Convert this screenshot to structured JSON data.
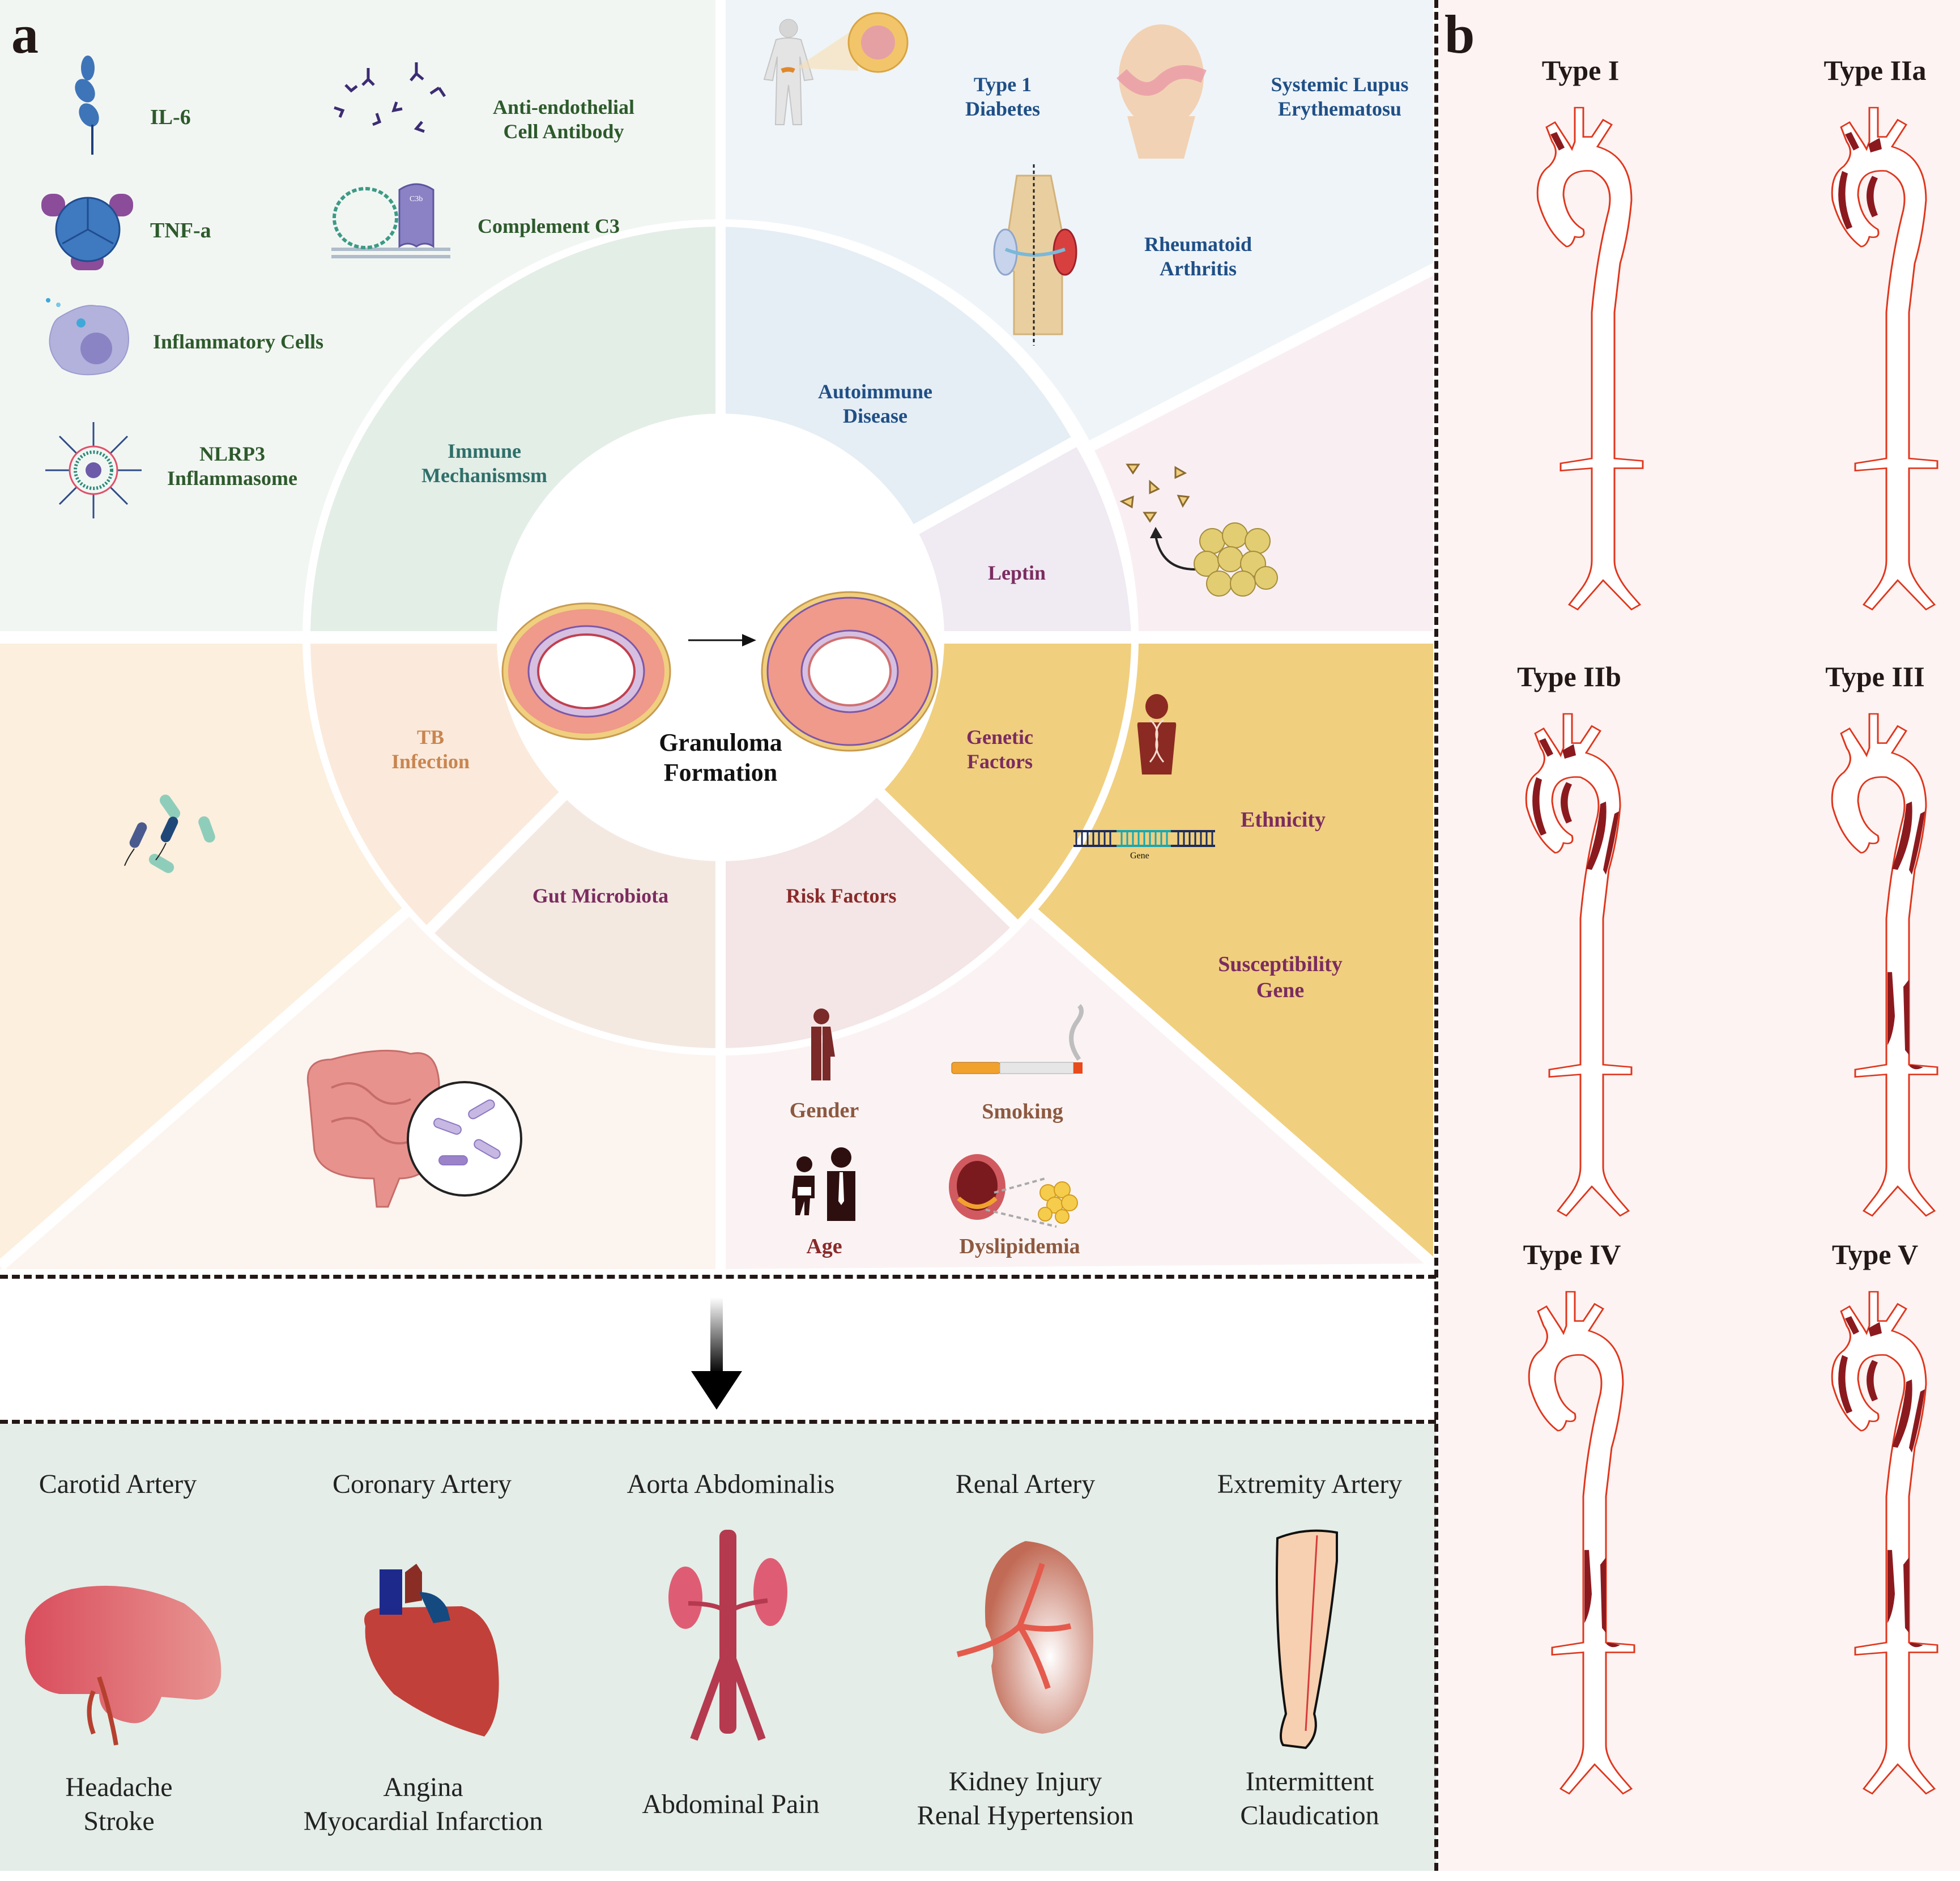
{
  "panel_a": {
    "letter": "a",
    "center": {
      "title": "Granuloma\nFormation"
    },
    "ring_segments": {
      "immune": "Immune\nMechanismsm",
      "autoimmune": "Autoimmune\nDisease",
      "leptin": "Leptin",
      "genetic": "Genetic\nFactors",
      "risk": "Risk Factors",
      "gut": "Gut Microbiota",
      "tb": "TB\nInfection"
    },
    "immune_items": [
      {
        "label": "IL-6",
        "icon": "il6-icon"
      },
      {
        "label": "Anti-endothelial\nCell Antibody",
        "icon": "antibody-icon"
      },
      {
        "label": "TNF-a",
        "icon": "tnf-icon"
      },
      {
        "label": "Complement C3",
        "icon": "complement-icon",
        "icon_text": "C3b"
      },
      {
        "label": "Inflammatory Cells",
        "icon": "inflammatory-cell-icon"
      },
      {
        "label": "NLRP3\nInflammasome",
        "icon": "inflammasome-icon"
      }
    ],
    "autoimmune_items": [
      {
        "label": "Type 1\nDiabetes",
        "icon": "body-pancreas-icon"
      },
      {
        "label": "Systemic Lupus\nErythematosu",
        "icon": "lupus-face-icon"
      },
      {
        "label": "Rheumatoid\nArthritis",
        "icon": "knee-joint-icon"
      }
    ],
    "genetic_items": [
      {
        "label": "Ethnicity",
        "icon": "person-dna-icon"
      },
      {
        "label": "Susceptibility\nGene",
        "icon": "gene-ladder-icon",
        "icon_text": "Gene"
      }
    ],
    "risk_items": [
      {
        "label": "Gender",
        "icon": "gender-icon"
      },
      {
        "label": "Smoking",
        "icon": "cigarette-icon"
      },
      {
        "label": "Age",
        "icon": "age-icon"
      },
      {
        "label": "Dyslipidemia",
        "icon": "artery-plaque-icon"
      }
    ],
    "outcomes": [
      {
        "artery": "Carotid Artery",
        "icon": "brain-icon",
        "symptoms": "Headache\nStroke"
      },
      {
        "artery": "Coronary Artery",
        "icon": "heart-icon",
        "symptoms": "Angina\nMyocardial Infarction"
      },
      {
        "artery": "Aorta Abdominalis",
        "icon": "aorta-kidney-icon",
        "symptoms": "Abdominal Pain"
      },
      {
        "artery": "Renal Artery",
        "icon": "kidney-icon",
        "symptoms": "Kidney Injury\nRenal Hypertension"
      },
      {
        "artery": "Extremity Artery",
        "icon": "leg-icon",
        "symptoms": "Intermittent\nClaudication"
      }
    ]
  },
  "panel_b": {
    "letter": "b",
    "types": [
      {
        "label": "Type I",
        "lesions": [
          "arch-branches"
        ]
      },
      {
        "label": "Type IIa",
        "lesions": [
          "arch-branches",
          "ascending-arch"
        ]
      },
      {
        "label": "Type IIb",
        "lesions": [
          "arch-branches",
          "ascending-arch",
          "descending-thoracic"
        ]
      },
      {
        "label": "Type III",
        "lesions": [
          "descending-thoracic",
          "abdominal",
          "renal"
        ]
      },
      {
        "label": "Type IV",
        "lesions": [
          "abdominal",
          "renal"
        ]
      },
      {
        "label": "Type V",
        "lesions": [
          "arch-branches",
          "ascending-arch",
          "descending-thoracic",
          "abdominal",
          "renal"
        ]
      }
    ]
  },
  "colors": {
    "immune_bg": "#f2f6f3",
    "immune_ring": "#e3eee7",
    "autoimmune_bg": "#eff4f8",
    "autoimmune_ring": "#e5eef5",
    "leptin_bg": "#f9eff3",
    "leptin_ring": "#f0eaf2",
    "genetic": "#f0cf7e",
    "risk_bg": "#fbf3f3",
    "risk_ring": "#f4e6e6",
    "gut_bg": "#fcf4ef",
    "gut_ring": "#f4e9e1",
    "tb_bg": "#fcefde",
    "tb_ring": "#fbeadb",
    "outcome_bg": "#e4ede8",
    "panel_b_bg": "#fdf3f3",
    "vessel": "#e0361c",
    "lesion": "#8b1a1f"
  }
}
